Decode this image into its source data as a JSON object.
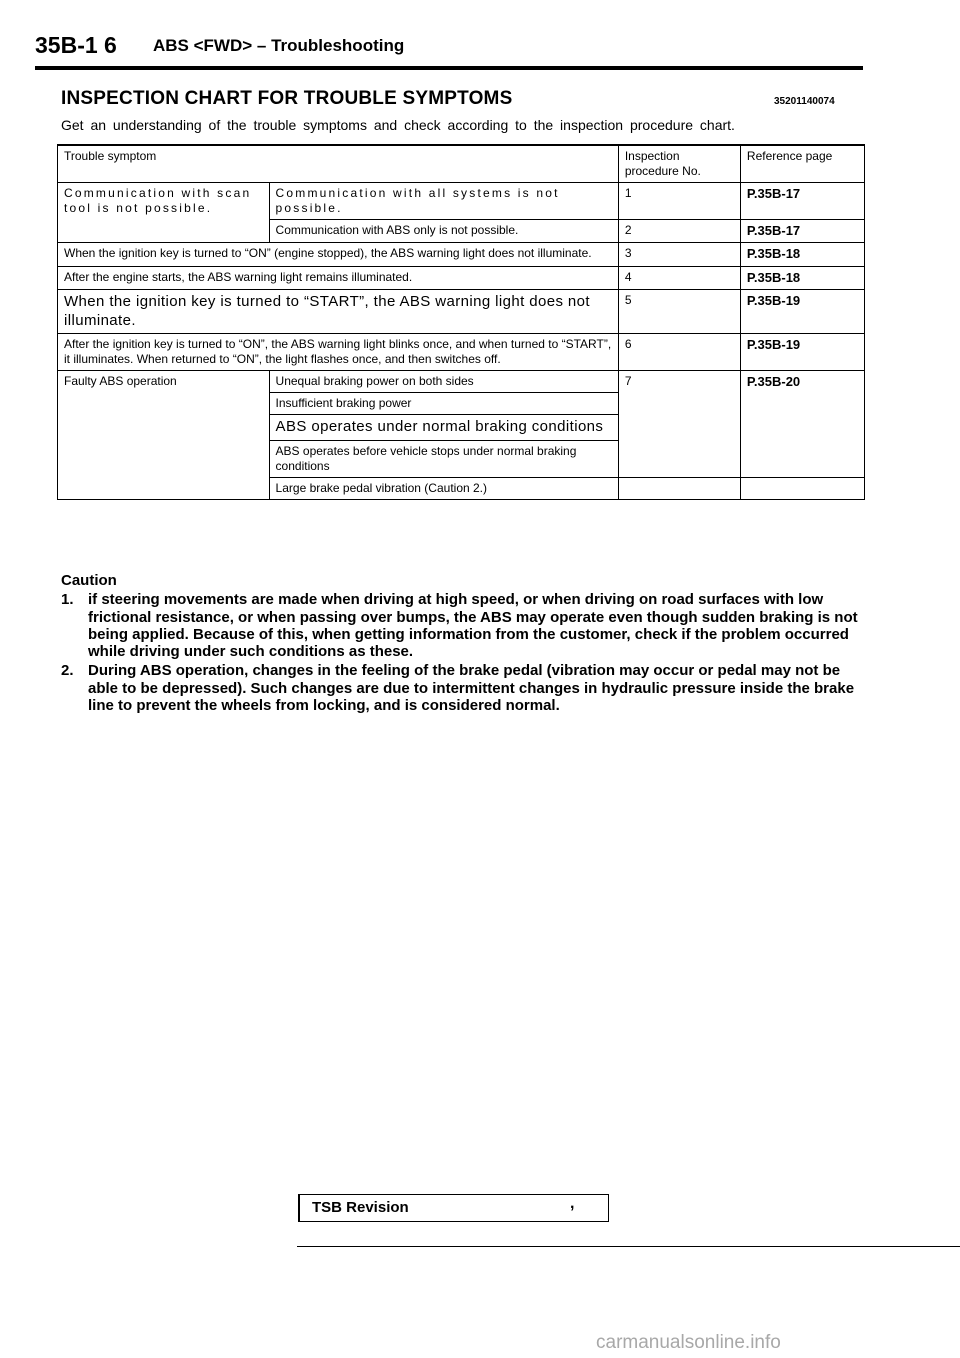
{
  "header": {
    "page_number": "35B-1 6",
    "section_title": "ABS <FWD> – Troubleshooting"
  },
  "chart": {
    "title": "INSPECTION CHART FOR TROUBLE SYMPTOMS",
    "code": "35201140074",
    "intro": "Get an understanding of the trouble symptoms and check according to the inspection procedure chart."
  },
  "table": {
    "headers": {
      "symptom": "Trouble symptom",
      "procedure": "Inspection procedure No.",
      "reference": "Reference page"
    },
    "scan_tool": {
      "label": "Communication with scan tool is not possible.",
      "all_systems": "Communication with all systems is not possible.",
      "all_systems_no": "1",
      "all_systems_ref": "P.35B-17",
      "abs_only": "Communication with ABS only is not possible.",
      "abs_only_no": "2",
      "abs_only_ref": "P.35B-17"
    },
    "rows": [
      {
        "symptom": "When the ignition key is turned to “ON” (engine stopped), the ABS warning light does not illuminate.",
        "no": "3",
        "ref": "P.35B-18"
      },
      {
        "symptom": "After the engine starts, the ABS warning light remains illuminated.",
        "no": "4",
        "ref": "P.35B-18"
      },
      {
        "symptom": "When the ignition key is turned to “START”, the ABS warning light does not illuminate.",
        "no": "5",
        "ref": "P.35B-19"
      },
      {
        "symptom": "After the ignition key is turned to “ON”, the ABS warning light blinks once, and when turned to “START”, it illuminates. When returned to “ON”, the light flashes once, and then switches off.",
        "no": "6",
        "ref": "P.35B-19"
      }
    ],
    "faulty": {
      "label": "Faulty ABS operation",
      "no": "7",
      "ref": "P.35B-20",
      "items": [
        "Unequal braking power on both sides",
        "Insufficient braking power",
        "ABS operates under normal braking conditions",
        "ABS operates before vehicle stops under normal braking conditions",
        "Large brake pedal vibration (Caution 2.)"
      ]
    }
  },
  "caution": {
    "title": "Caution",
    "items": [
      {
        "num": "1.",
        "text": "if steering movements are made when driving at high speed, or when driving on road surfaces with low frictional resistance, or when passing over bumps, the ABS may operate even though sudden braking is not being applied. Because of this, when getting information from the customer, check if the problem occurred while driving under such conditions as these."
      },
      {
        "num": "2.",
        "text": "During ABS operation, changes in the feeling of the brake pedal (vibration may occur or pedal may not be able to be depressed). Such changes are due to intermittent changes in hydraulic pressure inside the brake line to prevent the wheels from locking, and is considered normal."
      }
    ]
  },
  "footer": {
    "label": "TSB Revision",
    "mark": ","
  },
  "watermark": "carmanualsonline.info"
}
